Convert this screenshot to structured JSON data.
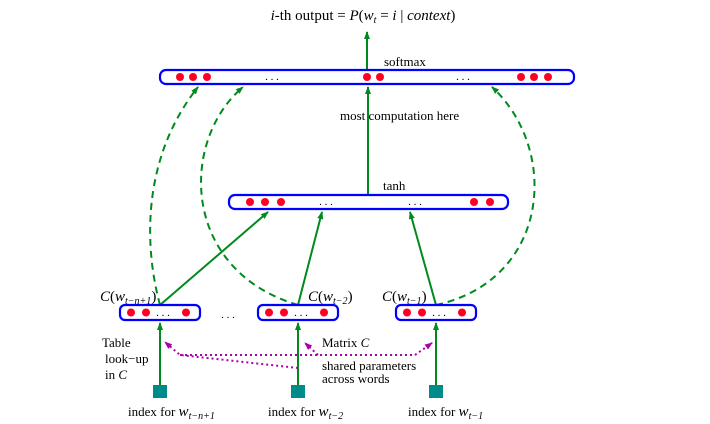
{
  "title": {
    "prefix_italic": "i",
    "prefix_rest": "-th output = ",
    "formula_P": "P",
    "formula_open": "(",
    "formula_w": "w",
    "formula_sub": "t",
    "formula_eq": " = ",
    "formula_i": "i",
    "formula_bar": " | ",
    "formula_context": "context",
    "formula_close": ")"
  },
  "layers": {
    "softmax": {
      "label": "softmax",
      "ellipsis": ". . ."
    },
    "tanh": {
      "label": "tanh",
      "ellipsis": ". . ."
    },
    "annotation_top": "most  computation here"
  },
  "embeddings": [
    {
      "label_C": "C",
      "label_w": "w",
      "label_sub": "t−n+1",
      "ellipsis": ". . .",
      "index_prefix": "index for ",
      "index_w": "w",
      "index_sub": "t−n+1"
    },
    {
      "label_C": "C",
      "label_w": "w",
      "label_sub": "t−2",
      "ellipsis": ". . .",
      "index_prefix": "index for ",
      "index_w": "w",
      "index_sub": "t−2"
    },
    {
      "label_C": "C",
      "label_w": "w",
      "label_sub": "t−1",
      "ellipsis": ". . .",
      "index_prefix": "index for ",
      "index_w": "w",
      "index_sub": "t−1"
    }
  ],
  "between_ellipsis": ". . .",
  "annotations": {
    "table_lookup": [
      "Table",
      "look−up",
      "in "
    ],
    "table_lookup_C": "C",
    "matrix": "Matrix ",
    "matrix_C": "C",
    "shared": [
      "shared parameters",
      "across words"
    ]
  },
  "colors": {
    "layer_border": "#0000ff",
    "neuron": "#ff0022",
    "arrow": "#008a1e",
    "dashed_arrow": "#008a1e",
    "shared_arrow": "#aa00aa",
    "index_square": "#008b8b"
  }
}
